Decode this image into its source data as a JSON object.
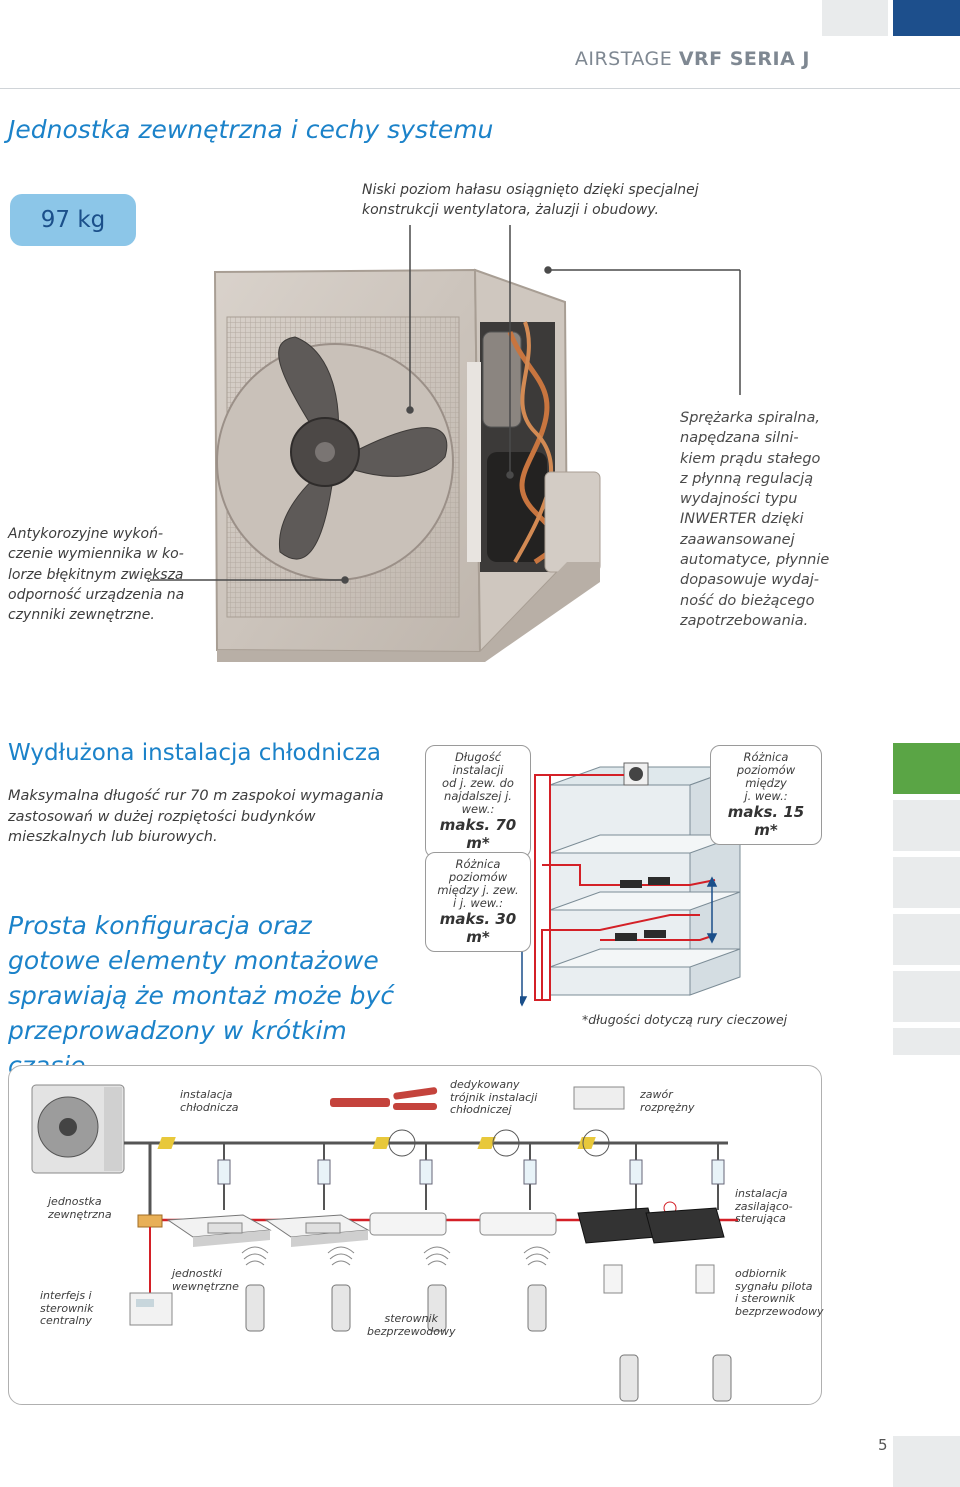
{
  "header": {
    "brand_prefix": "AIRSTAGE ",
    "brand_bold": "VRF SERIA J"
  },
  "section1": {
    "title": "Jednostka zewnętrzna i cechy systemu",
    "weight_badge": "97 kg",
    "noise_note_line1": "Niski poziom hałasu osiągnięto dzięki specjalnej",
    "noise_note_line2": "konstrukcji wentylatora, żaluzji i obudowy.",
    "left_note": [
      "Antykorozyjne wykoń-",
      "czenie wymiennika w ko-",
      "lorze błękitnym zwiększa",
      "odporność urządzenia na",
      "czynniki zewnętrzne."
    ],
    "right_note": [
      "Sprężarka spiralna,",
      "napędzana silni-",
      "kiem prądu stałego",
      "z płynną regulacją",
      "wydajności typu",
      "INWERTER dzięki",
      "zaawansowanej",
      "automatyce, płynnie",
      "dopasowuje wydaj-",
      "ność do bieżącego",
      "zapotrzebowania."
    ]
  },
  "section2": {
    "title": "Wydłużona instalacja chłodnicza",
    "text": "Maksymalna długość rur 70 m zaspokoi wymagania zastosowań w dużej rozpiętości budynków mieszkalnych lub biurowych."
  },
  "section3": {
    "title": "Prosta konfiguracja oraz gotowe elementy montażowe sprawiają że montaż może być przeprowadzony w krótkim czasie."
  },
  "callouts": {
    "length": {
      "lines": [
        "Długość instalacji",
        "od j. zew. do",
        "najdalszej j. wew.:"
      ],
      "value": "maks. 70 m*"
    },
    "level_out_in": {
      "lines": [
        "Różnica poziomów",
        "między j. zew.",
        "i j. wew.:"
      ],
      "value": "maks. 30 m*"
    },
    "level_in_in": {
      "lines": [
        "Różnica",
        "poziomów między",
        "j. wew.:"
      ],
      "value": "maks. 15 m*"
    },
    "footnote": "*długości dotyczą rury cieczowej"
  },
  "diagram": {
    "labels": {
      "refrigerant_pipe": [
        "instalacja",
        "chłodnicza"
      ],
      "branch": [
        "dedykowany",
        "trójnik instalacji",
        "chłodniczej"
      ],
      "valve": [
        "zawór",
        "rozprężny"
      ],
      "outdoor_unit": [
        "jednostka",
        "zewnętrzna"
      ],
      "power_line": [
        "instalacja",
        "zasilająco-",
        "sterująca"
      ],
      "central_controller": [
        "interfejs i",
        "sterownik",
        "centralny"
      ],
      "indoor_units": [
        "jednostki",
        "wewnętrzne"
      ],
      "wireless_remote": [
        "sterownik",
        "bezprzewodowy"
      ],
      "receiver": [
        "odbiornik",
        "sygnału pilota",
        "i sterownik",
        "bezprzewodowy"
      ]
    }
  },
  "page_number": "5",
  "colors": {
    "accent_blue": "#1b82c9",
    "navy": "#1d4f8c",
    "green": "#5aa545",
    "light_grey": "#e9ebec",
    "badge_blue": "#8cc6e8",
    "pipe_red": "#d42027"
  }
}
